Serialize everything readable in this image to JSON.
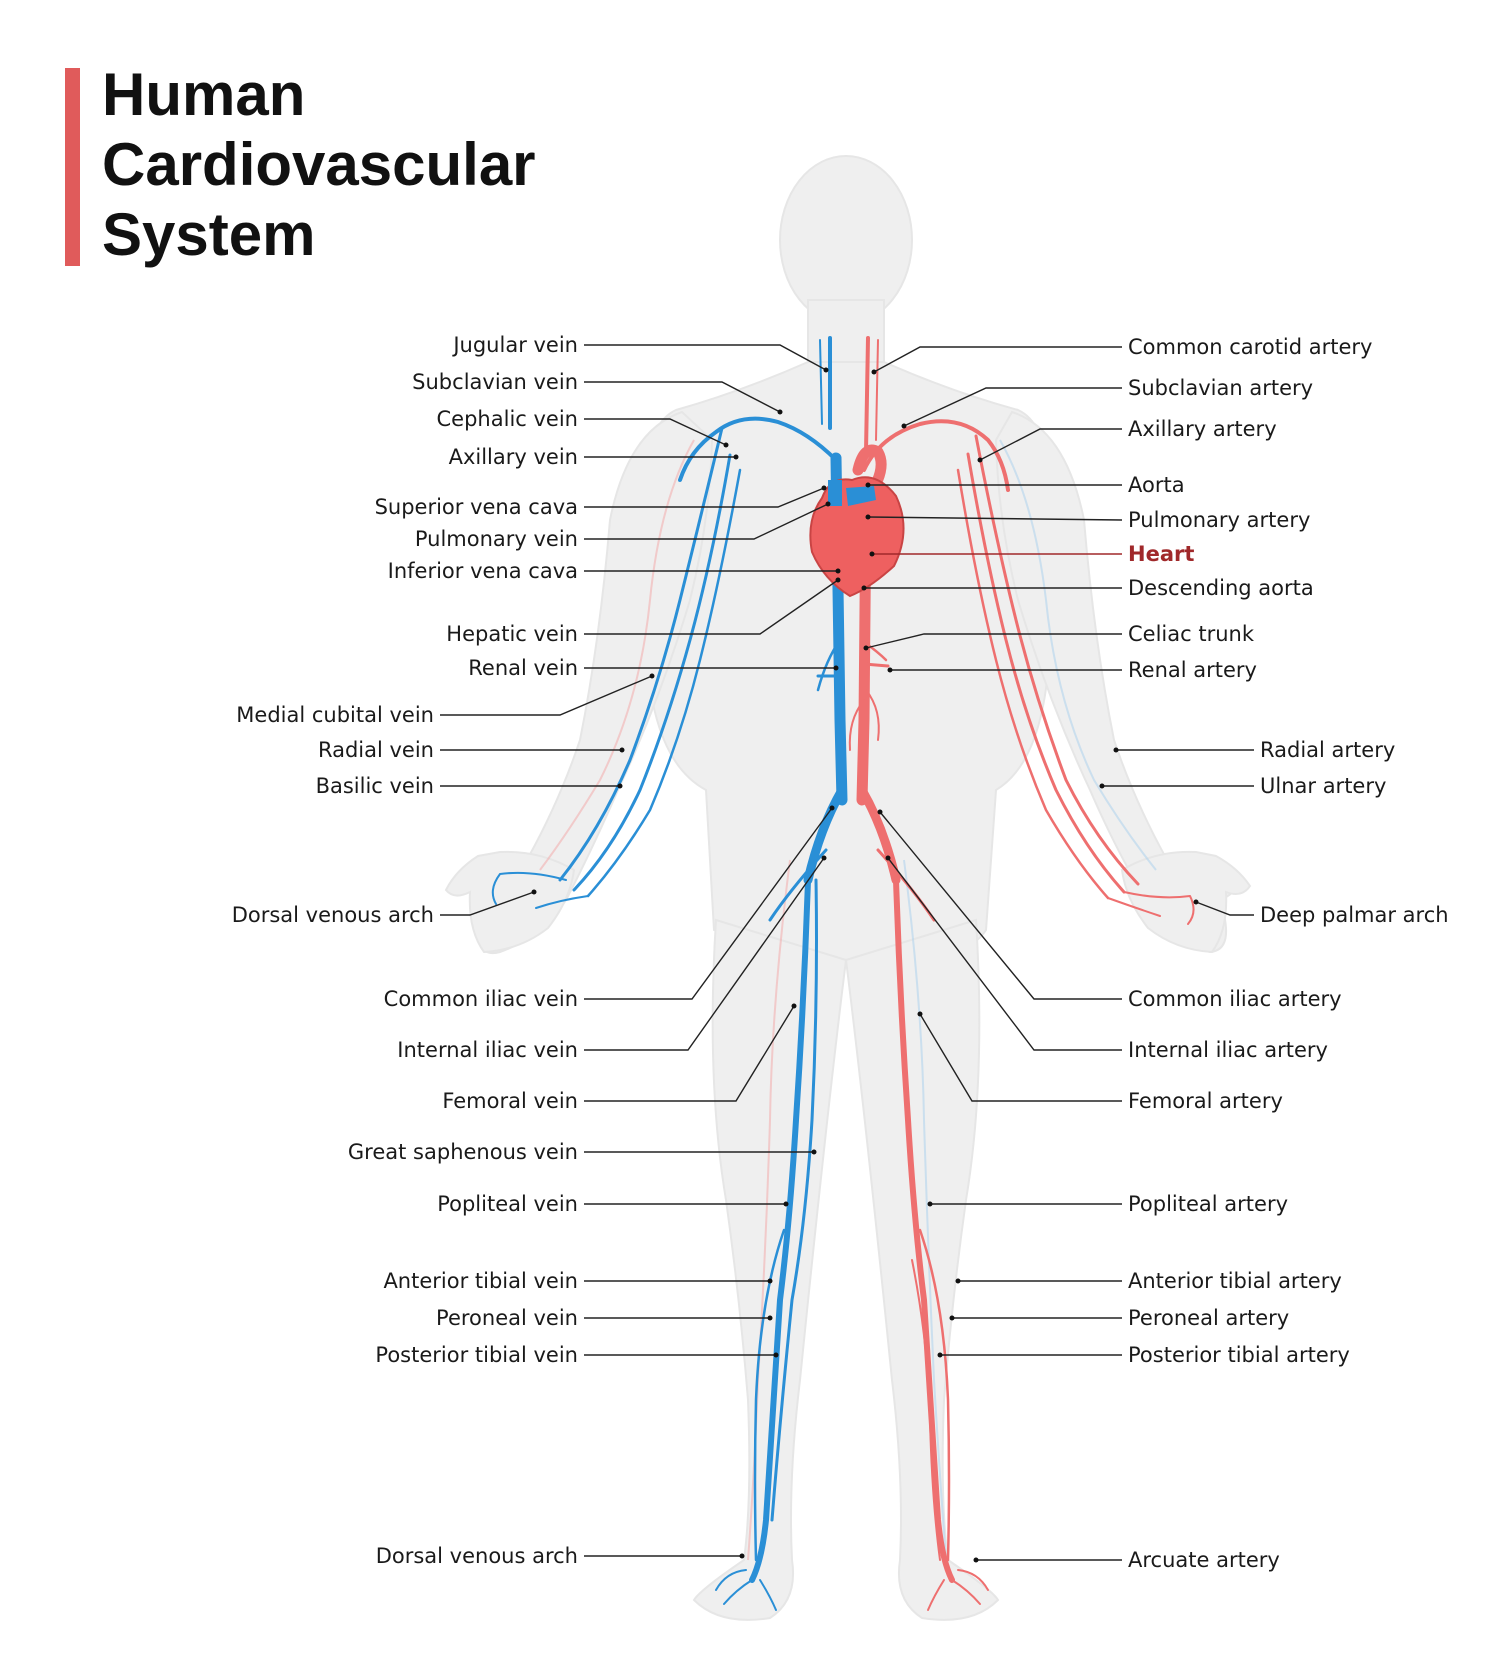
{
  "title": [
    "Human",
    "Cardiovascular",
    "System"
  ],
  "colors": {
    "accent_bar": "#e05b5b",
    "vein": "#2a8fd6",
    "artery": "#ee6f6f",
    "body": "#efefef",
    "heart_label": "#a0282a",
    "label_text": "#1a1a1a"
  },
  "left_labels": {
    "jugular_vein": "Jugular vein",
    "subclavian_vein": "Subclavian vein",
    "cephalic_vein": "Cephalic vein",
    "axillary_vein": "Axillary vein",
    "superior_vena_cava": "Superior vena cava",
    "pulmonary_vein": "Pulmonary vein",
    "inferior_vena_cava": "Inferior vena cava",
    "hepatic_vein": "Hepatic vein",
    "renal_vein": "Renal vein",
    "medial_cubital_vein": "Medial cubital vein",
    "radial_vein": "Radial vein",
    "basilic_vein": "Basilic vein",
    "dorsal_venous_arch_hand": "Dorsal venous arch",
    "common_iliac_vein": "Common iliac vein",
    "internal_iliac_vein": "Internal iliac vein",
    "femoral_vein": "Femoral vein",
    "great_saphenous_vein": "Great saphenous vein",
    "popliteal_vein": "Popliteal vein",
    "anterior_tibial_vein": "Anterior tibial vein",
    "peroneal_vein": "Peroneal vein",
    "posterior_tibial_vein": "Posterior tibial vein",
    "dorsal_venous_arch_foot": "Dorsal venous arch"
  },
  "right_labels": {
    "common_carotid_artery": "Common carotid artery",
    "subclavian_artery": "Subclavian artery",
    "axillary_artery": "Axillary artery",
    "aorta": "Aorta",
    "pulmonary_artery": "Pulmonary artery",
    "heart": "Heart",
    "descending_aorta": "Descending aorta",
    "celiac_trunk": "Celiac trunk",
    "renal_artery": "Renal artery",
    "radial_artery": "Radial artery",
    "ulnar_artery": "Ulnar artery",
    "deep_palmar_arch": "Deep palmar arch",
    "common_iliac_artery": "Common iliac artery",
    "internal_iliac_artery": "Internal iliac artery",
    "femoral_artery": "Femoral artery",
    "popliteal_artery": "Popliteal artery",
    "anterior_tibial_artery": "Anterior tibial artery",
    "peroneal_artery": "Peroneal artery",
    "posterior_tibial_artery": "Posterior tibial artery",
    "arcuate_artery": "Arcuate artery"
  }
}
